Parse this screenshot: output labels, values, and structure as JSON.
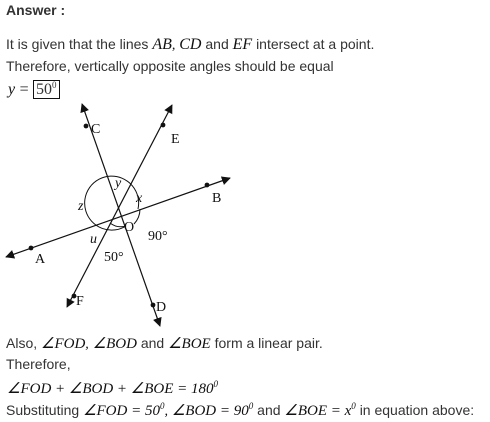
{
  "heading": "Answer :",
  "p1": {
    "prefix": "It is given that the lines",
    "line_ab": "AB",
    "sep1": ",",
    "line_cd": "CD",
    "and": "and",
    "line_ef": "EF",
    "suffix": "intersect at a point."
  },
  "p2": "Therefore, vertically opposite angles should be equal",
  "y_eq": {
    "var": "y",
    "eq": "=",
    "value": "50",
    "deg": "0"
  },
  "figure": {
    "points": {
      "A": "A",
      "B": "B",
      "C": "C",
      "D": "D",
      "E": "E",
      "F": "F",
      "O": "O"
    },
    "angles": {
      "x": "x",
      "y": "y",
      "z": "z",
      "u": "u",
      "right": "90°",
      "fod": "50°"
    }
  },
  "p3": {
    "prefix": "Also,",
    "a1": "∠FOD",
    "sep1": ",",
    "a2": "∠BOD",
    "and": "and",
    "a3": "∠BOE",
    "suffix": "form a linear pair."
  },
  "p4": "Therefore,",
  "eq": {
    "expr": "∠FOD + ∠BOD + ∠BOE = 180",
    "deg": "0"
  },
  "p5": {
    "prefix": "Substituting",
    "s1": "∠FOD = 50",
    "d1": "0",
    "sep1": ",",
    "s2": "∠BOD = 90",
    "d2": "0",
    "and": "and",
    "s3": "∠BOE = x",
    "d3": "0",
    "suffix": "in equation above:"
  },
  "colors": {
    "text": "#333333",
    "math": "#111111"
  }
}
